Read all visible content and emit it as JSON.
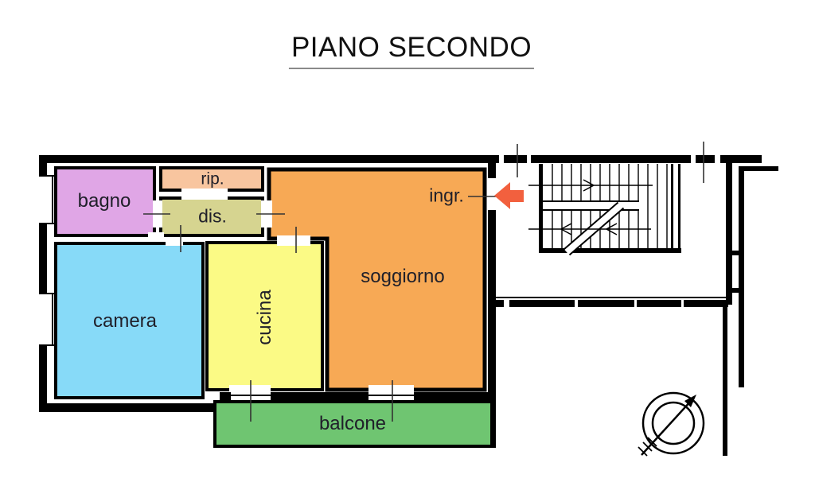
{
  "title": "PIANO SECONDO",
  "rooms": {
    "bagno": {
      "label": "bagno",
      "color": "#E0A6E6"
    },
    "rip": {
      "label": "rip.",
      "color": "#F8C59F"
    },
    "dis": {
      "label": "dis.",
      "color": "#D6D490"
    },
    "camera": {
      "label": "camera",
      "color": "#87DAF8"
    },
    "cucina": {
      "label": "cucina",
      "color": "#FBFA85"
    },
    "soggiorno": {
      "label": "soggiorno",
      "color": "#F7A955"
    },
    "balcone": {
      "label": "balcone",
      "color": "#6FC571"
    }
  },
  "entrance": {
    "label": "ingr.",
    "arrow_color": "#F2603E"
  },
  "icons": {
    "entrance_arrow": "entrance-arrow-icon",
    "north_symbol": "north-arrow-compass-icon",
    "staircase": "staircase-symbol"
  },
  "colors": {
    "wall": "#000000",
    "label_text": "#20202A",
    "title_text": "#111111",
    "title_underline": "#8A8A8A"
  }
}
